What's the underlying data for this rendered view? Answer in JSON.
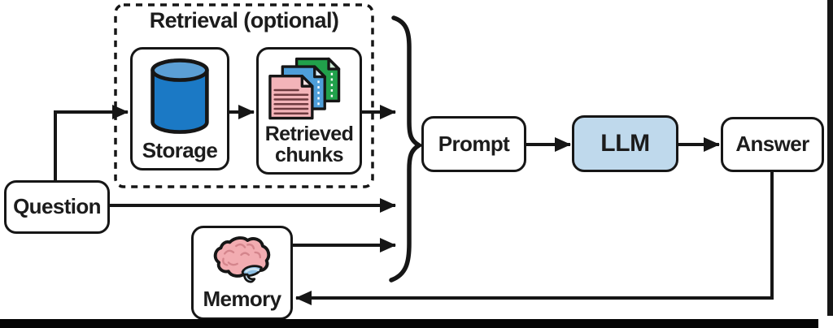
{
  "retrieval_group": {
    "title": "Retrieval (optional)"
  },
  "nodes": {
    "question": {
      "label": "Question"
    },
    "storage": {
      "label": "Storage"
    },
    "retrieved_chunks": {
      "label": "Retrieved chunks"
    },
    "prompt": {
      "label": "Prompt"
    },
    "llm": {
      "label": "LLM"
    },
    "answer": {
      "label": "Answer"
    },
    "memory": {
      "label": "Memory"
    }
  },
  "icons": {
    "storage": "database-cylinder-icon",
    "retrieved_chunks": "document-stack-icon",
    "memory": "brain-icon"
  },
  "edges": [
    {
      "from": "question",
      "to": "storage"
    },
    {
      "from": "storage",
      "to": "retrieved_chunks"
    },
    {
      "from": "retrieved_chunks",
      "to": "prompt"
    },
    {
      "from": "question",
      "to": "prompt"
    },
    {
      "from": "memory",
      "to": "prompt"
    },
    {
      "from": "prompt",
      "to": "llm"
    },
    {
      "from": "llm",
      "to": "answer"
    },
    {
      "from": "answer",
      "to": "memory"
    }
  ],
  "colors": {
    "line": "#161616",
    "text": "#1c1c1c",
    "box_fill": "#ffffff",
    "llm_fill": "#bfd9ec",
    "cylinder_body": "#1b79c5",
    "cylinder_top": "#5b9fd5",
    "doc_pink": "#f3b4b9",
    "doc_pink_fold": "#fbe3e4",
    "doc_line": "#6e3a3f",
    "doc_blue": "#4e9ed9",
    "doc_blue_fold": "#d9ecf8",
    "doc_green": "#21a14b",
    "doc_green_fold": "#d2ecd9",
    "brain_pink": "#f2acb1",
    "brain_line": "#d4858c",
    "brain_blue": "#8fc0e4",
    "brain_blue_light": "#cde5f4"
  }
}
